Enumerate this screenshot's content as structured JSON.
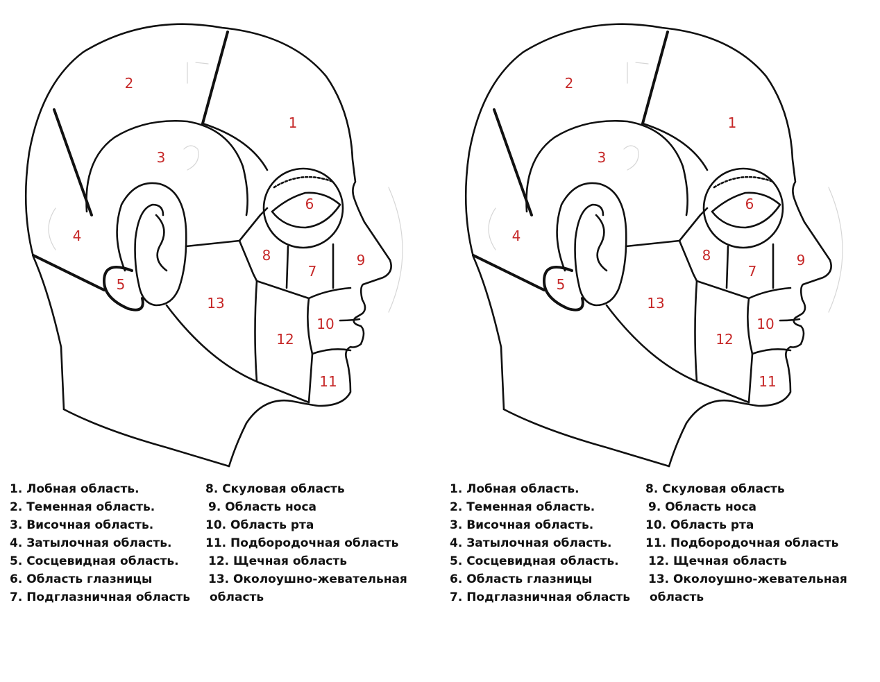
{
  "colors": {
    "region_number": "#c62828",
    "outline": "#111111"
  },
  "panels": [
    {
      "numbers": [
        "1",
        "2",
        "3",
        "4",
        "5",
        "6",
        "7",
        "8",
        "9",
        "10",
        "11",
        "12",
        "13"
      ],
      "legend_col1": [
        "1. Лобная область.",
        "2. Теменная область.",
        "3. Височная область.",
        "4. Затылочная область.",
        "5. Сосцевидная область.",
        "6. Область глазницы",
        "7. Подглазничная область"
      ],
      "legend_col2": [
        "8. Скуловая область",
        "9. Область носа",
        "10. Область рта",
        "11. Подбородочная область",
        "12. Щечная область",
        "13. Околоушно-жевательная",
        "область"
      ]
    },
    {
      "numbers": [
        "1",
        "2",
        "3",
        "4",
        "5",
        "6",
        "7",
        "8",
        "9",
        "10",
        "11",
        "12",
        "13"
      ],
      "legend_col1": [
        "1. Лобная область.",
        "2. Теменная область.",
        "3. Височная область.",
        "4. Затылочная область.",
        "5. Сосцевидная область.",
        "6. Область глазницы",
        "7. Подглазничная область"
      ],
      "legend_col2": [
        "8. Скуловая область",
        "9. Область носа",
        "10. Область рта",
        "11. Подбородочная область",
        "12. Щечная область",
        "13. Околоушно-жевательная",
        "область"
      ]
    }
  ]
}
